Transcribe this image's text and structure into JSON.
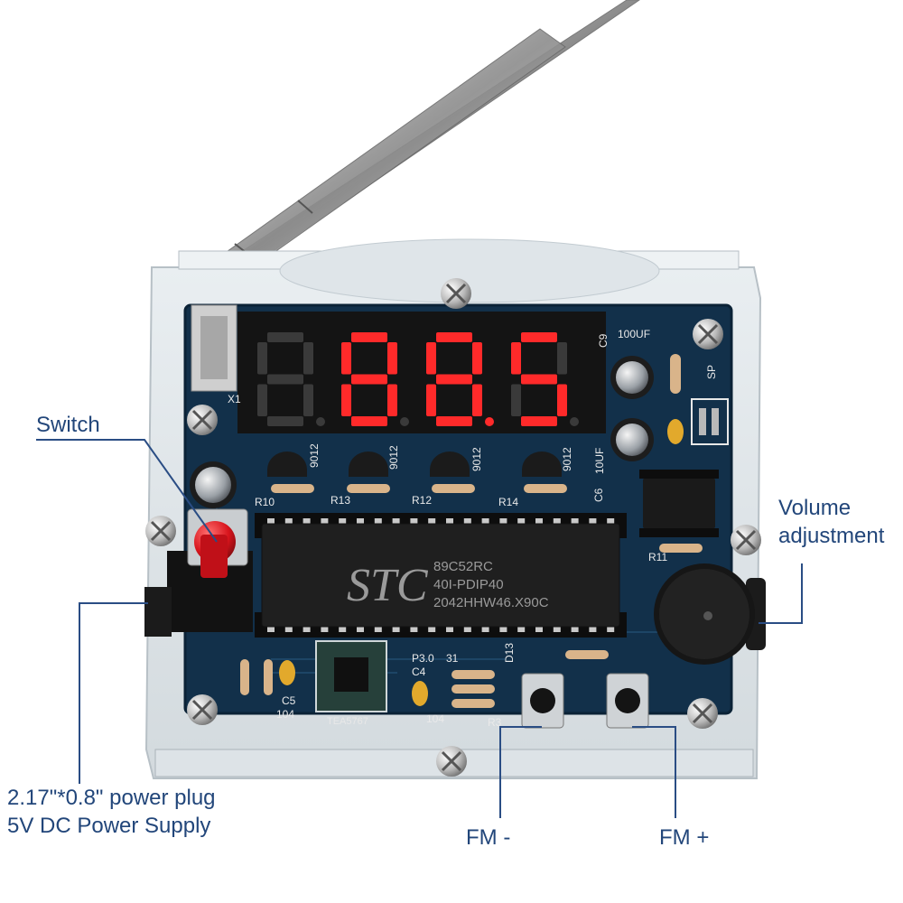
{
  "display": {
    "digits": [
      "",
      "8",
      "8",
      "5"
    ],
    "decimal_after_index": 2,
    "lit_color": "#ff2a2a"
  },
  "board": {
    "chip_brand": "STC",
    "chip_model": "89C52RC",
    "chip_package": "40I-PDIP40",
    "chip_code": "2042HHW46.X90C",
    "module_label": "TEA5767",
    "silkscreen": [
      {
        "id": "x1",
        "text": "X1"
      },
      {
        "id": "c9",
        "text": "C9"
      },
      {
        "id": "c9-value",
        "text": "100UF"
      },
      {
        "id": "sp",
        "text": "SP"
      },
      {
        "id": "c10",
        "text": "10UF"
      },
      {
        "id": "c6",
        "text": "C6"
      },
      {
        "id": "r10",
        "text": "R10"
      },
      {
        "id": "r13",
        "text": "R13"
      },
      {
        "id": "r12",
        "text": "R12"
      },
      {
        "id": "r14",
        "text": "R14"
      },
      {
        "id": "r11",
        "text": "R11"
      },
      {
        "id": "c5",
        "text": "C5"
      },
      {
        "id": "c5-value",
        "text": "104"
      },
      {
        "id": "c4",
        "text": "C4"
      },
      {
        "id": "c4-value",
        "text": "104"
      },
      {
        "id": "p30",
        "text": "P3.0"
      },
      {
        "id": "p31",
        "text": "31"
      },
      {
        "id": "d13",
        "text": "D13"
      },
      {
        "id": "r3",
        "text": "R3"
      },
      {
        "id": "q1",
        "text": "9012"
      },
      {
        "id": "q2",
        "text": "9012"
      },
      {
        "id": "q3",
        "text": "9012"
      },
      {
        "id": "q4",
        "text": "9012"
      }
    ]
  },
  "callouts": {
    "switch": "Switch",
    "volume_line1": "Volume",
    "volume_line2": "adjustment",
    "power_line1": "2.17\"*0.8\" power plug",
    "power_line2": "5V DC Power Supply",
    "fm_minus": "FM -",
    "fm_plus": "FM +"
  },
  "colors": {
    "callout": "#22467a",
    "pcb": "#12304a",
    "led_on": "#ff2a2a",
    "led_off": "#3a3a3a",
    "button_red": "#d8141c"
  }
}
